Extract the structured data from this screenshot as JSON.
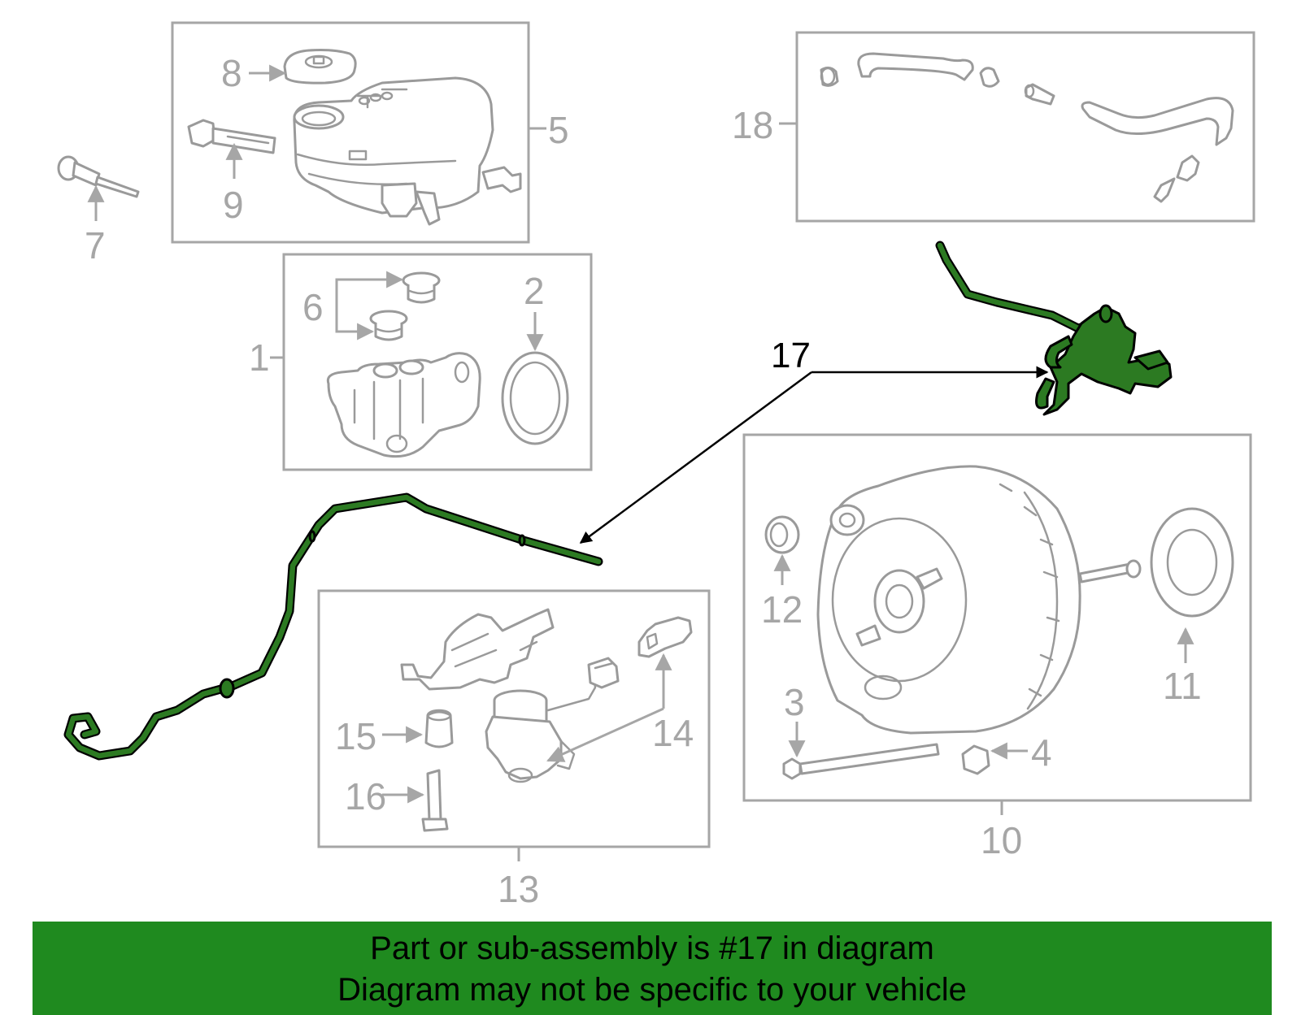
{
  "diagram": {
    "callouts": {
      "c1": "1",
      "c2": "2",
      "c3": "3",
      "c4": "4",
      "c5": "5",
      "c6": "6",
      "c7": "7",
      "c8": "8",
      "c9": "9",
      "c10": "10",
      "c11": "11",
      "c12": "12",
      "c13": "13",
      "c14": "14",
      "c15": "15",
      "c16": "16",
      "c17": "17",
      "c18": "18"
    },
    "highlighted_part": "17",
    "colors": {
      "highlight": "#2c7a22",
      "banner": "#1f8a1f",
      "line_art": "#a6a6a6"
    }
  },
  "banner": {
    "line1": "Part or sub-assembly is #17 in diagram",
    "line2": "Diagram may not be specific to your vehicle"
  }
}
